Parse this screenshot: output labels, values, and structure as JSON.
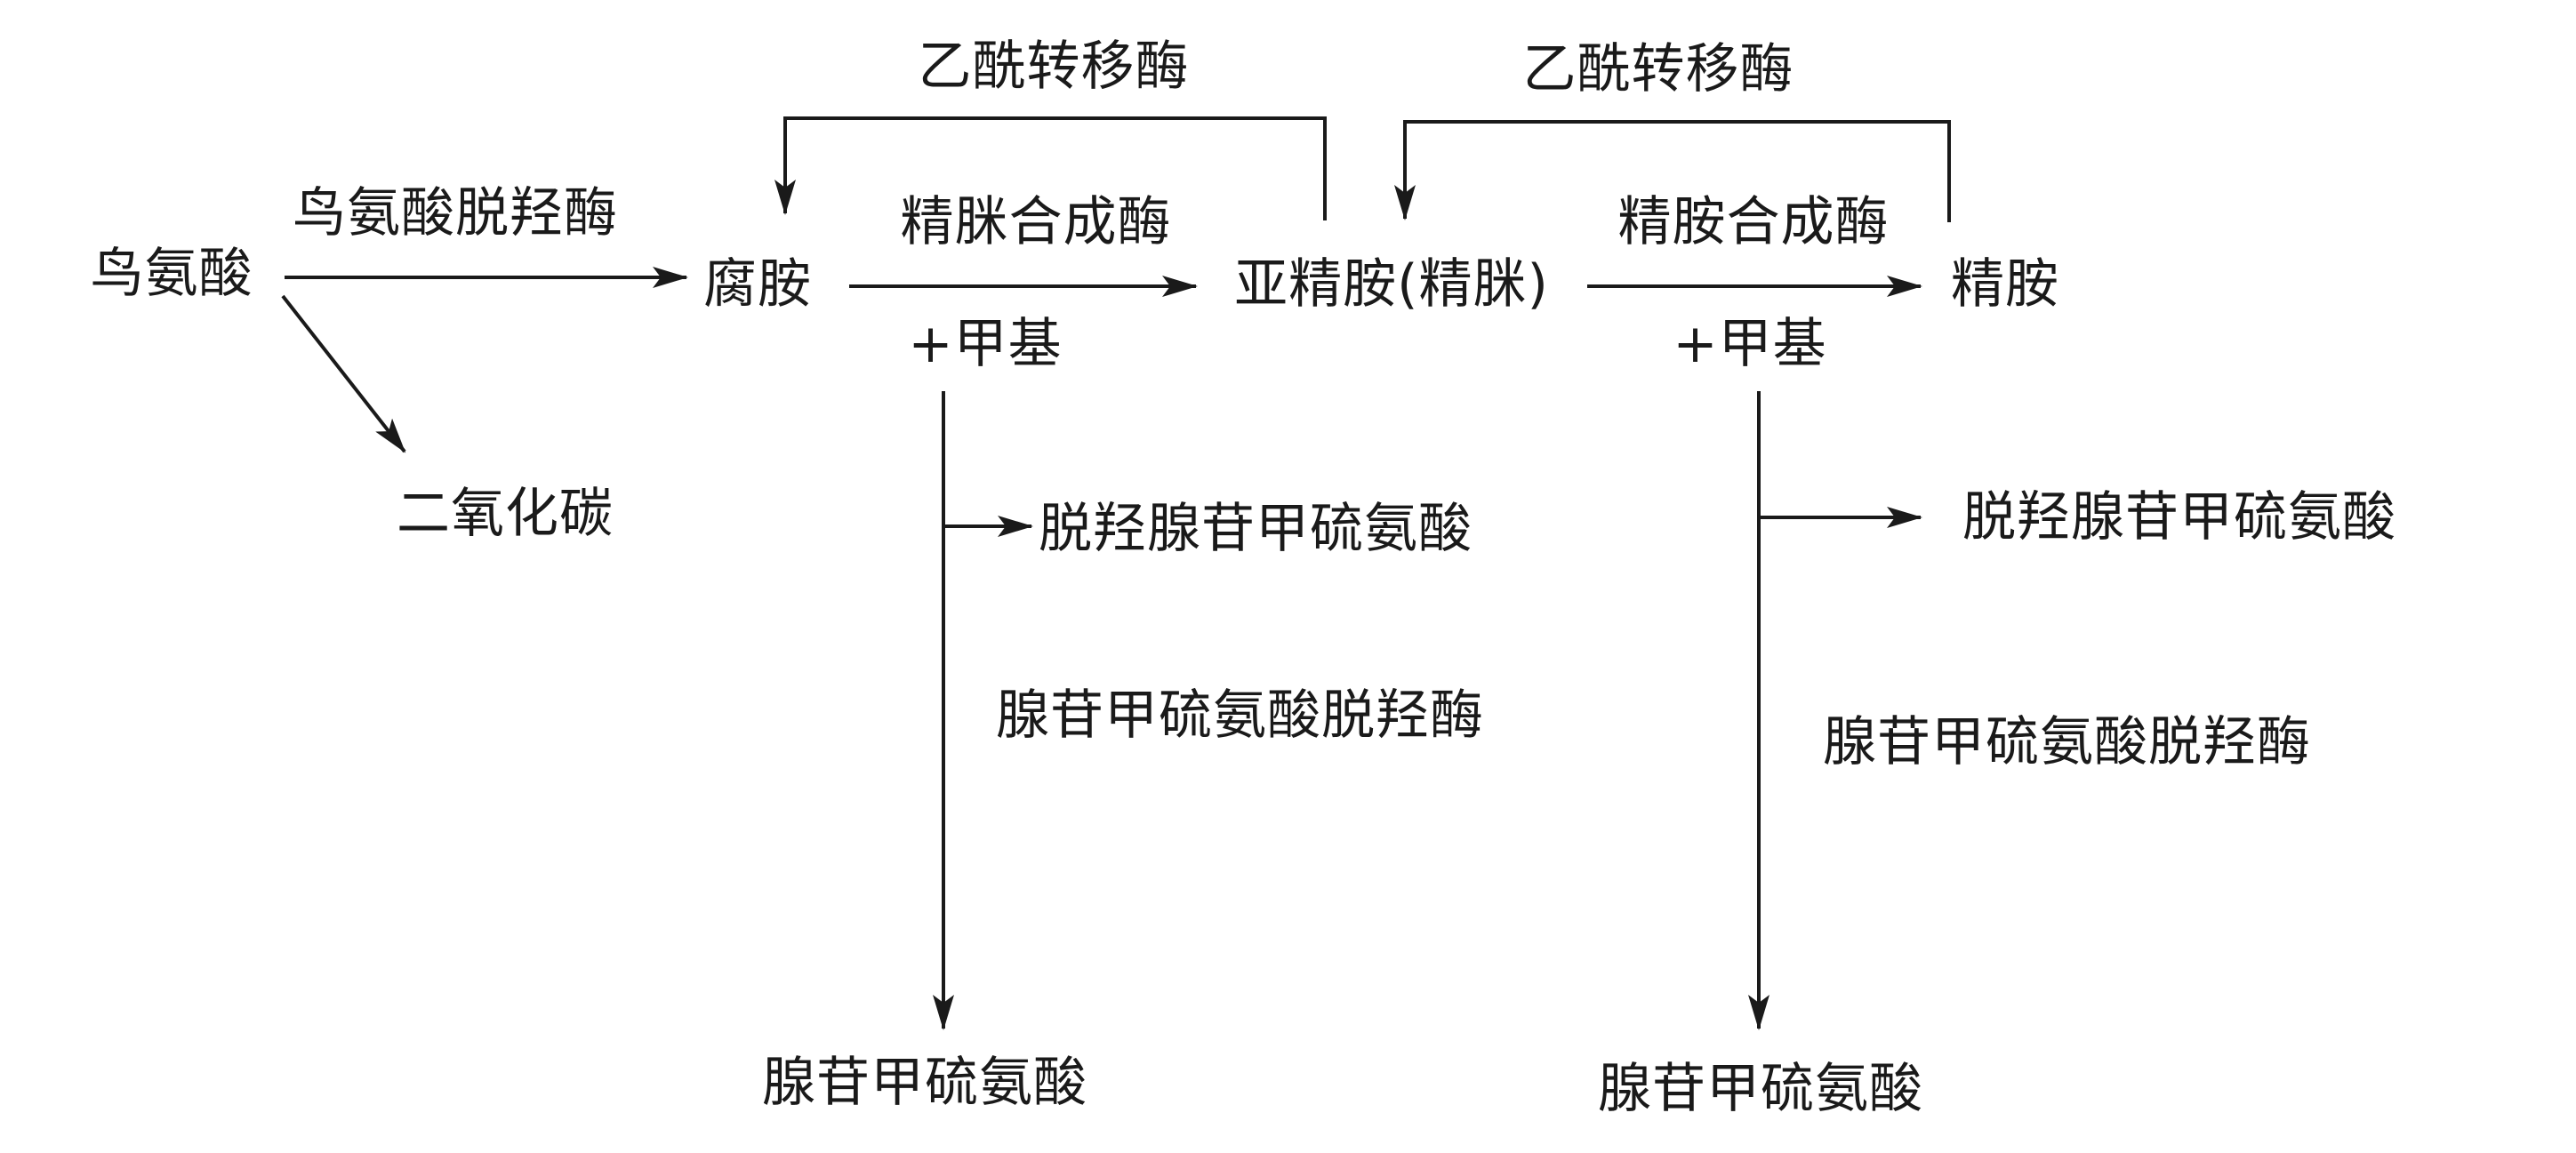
{
  "nodes": {
    "ornithine": "鸟氨酸",
    "co2": "二氧化碳",
    "putrescine": "腐胺",
    "spermidine": "亚精胺(精脒)",
    "spermine": "精胺",
    "dcsam_1": "脱羟腺苷甲硫氨酸",
    "dcsam_2": "脱羟腺苷甲硫氨酸",
    "sam_1": "腺苷甲硫氨酸",
    "sam_2": "腺苷甲硫氨酸"
  },
  "enzymes": {
    "odc": "鸟氨酸脱羟酶",
    "spermidine_synthase": "精脒合成酶",
    "spermine_synthase": "精胺合成酶",
    "acetyltransferase_1": "乙酰转移酶",
    "acetyltransferase_2": "乙酰转移酶",
    "samdc_1": "腺苷甲硫氨酸脱羟酶",
    "samdc_2": "腺苷甲硫氨酸脱羟酶"
  },
  "modifiers": {
    "methyl_1": "+甲基",
    "methyl_2": "+甲基"
  },
  "colors": {
    "line": "#1a1a1a",
    "text": "#1a1a1a",
    "background": "#ffffff"
  }
}
